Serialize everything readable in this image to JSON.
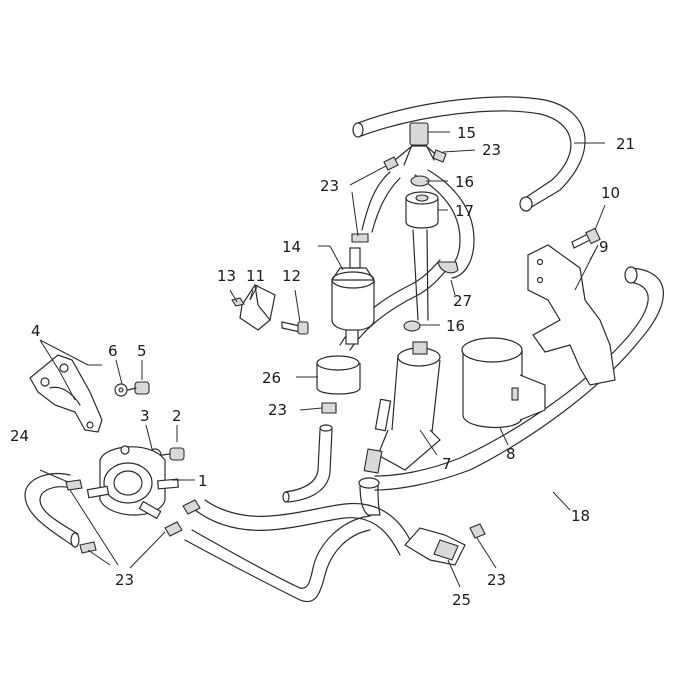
{
  "callouts": {
    "c1": "1",
    "c2": "2",
    "c3": "3",
    "c4": "4",
    "c5": "5",
    "c6": "6",
    "c7": "7",
    "c8": "8",
    "c9": "9",
    "c10": "10",
    "c11": "11",
    "c12": "12",
    "c13": "13",
    "c14": "14",
    "c15": "15",
    "c16a": "16",
    "c16b": "16",
    "c17": "17",
    "c18": "18",
    "c21": "21",
    "c23a": "23",
    "c23b": "23",
    "c23c": "23",
    "c23d": "23",
    "c23e": "23",
    "c24": "24",
    "c25": "25",
    "c26": "26",
    "c27": "27"
  }
}
